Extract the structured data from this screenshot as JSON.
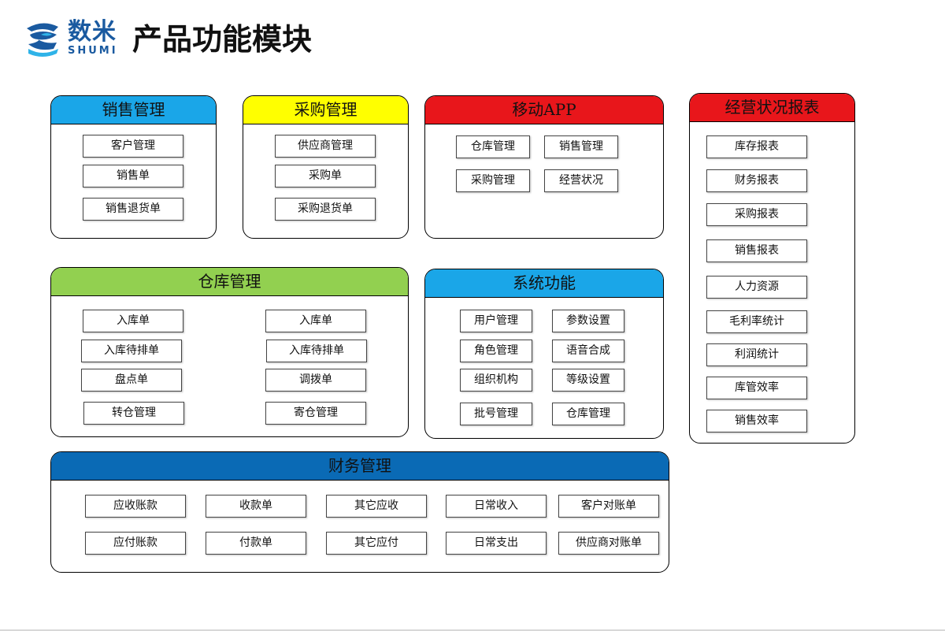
{
  "brand": {
    "name_cn": "数米",
    "name_en": "SHUMI"
  },
  "page_title": "产品功能模块",
  "colors": {
    "sales_header": "#1aa6e8",
    "purchase_header": "#ffff00",
    "mobile_header": "#e8161b",
    "report_header": "#e8161b",
    "warehouse_header": "#92d050",
    "system_header": "#1aa6e8",
    "finance_header": "#0a6ab5",
    "logo_blue": "#1a5aa0"
  },
  "modules": {
    "sales": {
      "title": "销售管理",
      "items": [
        "客户管理",
        "销售单",
        "销售退货单"
      ]
    },
    "purchase": {
      "title": "采购管理",
      "items": [
        "供应商管理",
        "采购单",
        "采购退货单"
      ]
    },
    "mobile": {
      "title": "移动APP",
      "items": [
        "仓库管理",
        "销售管理",
        "采购管理",
        "经营状况"
      ]
    },
    "report": {
      "title": "经营状况报表",
      "items": [
        "库存报表",
        "财务报表",
        "采购报表",
        "销售报表",
        "人力资源",
        "毛利率统计",
        "利润统计",
        "库管效率",
        "销售效率"
      ]
    },
    "warehouse": {
      "title": "仓库管理",
      "items": [
        "入库单",
        "入库单",
        "入库待排单",
        "入库待排单",
        "盘点单",
        "调拨单",
        "转仓管理",
        "寄仓管理"
      ]
    },
    "system": {
      "title": "系统功能",
      "items": [
        "用户管理",
        "参数设置",
        "角色管理",
        "语音合成",
        "组织机构",
        "等级设置",
        "批号管理",
        "仓库管理"
      ]
    },
    "finance": {
      "title": "财务管理",
      "items": [
        "应收账款",
        "收款单",
        "其它应收",
        "日常收入",
        "客户对账单",
        "应付账款",
        "付款单",
        "其它应付",
        "日常支出",
        "供应商对账单"
      ]
    }
  }
}
